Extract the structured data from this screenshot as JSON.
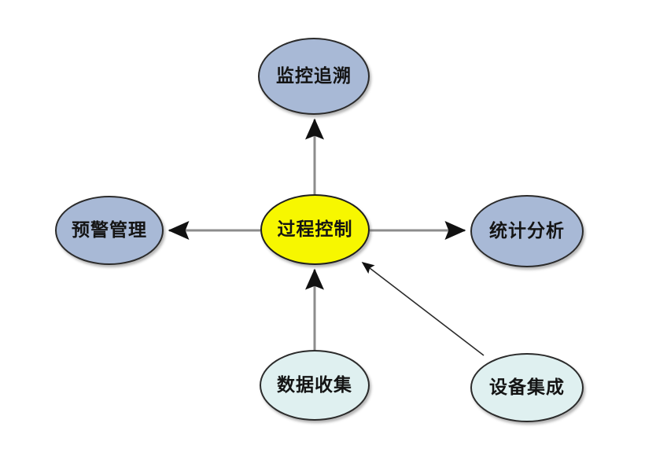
{
  "diagram": {
    "title": "过程控制",
    "background_color": "#ffffff",
    "nodes": [
      {
        "id": "monitor",
        "label": "监控追溯",
        "shape": "ellipse",
        "fill": "#a8b9d6",
        "stroke": "#2b2b2b",
        "role": "output"
      },
      {
        "id": "alert",
        "label": "预警管理",
        "shape": "ellipse",
        "fill": "#a8b9d6",
        "stroke": "#2b2b2b",
        "role": "output"
      },
      {
        "id": "core",
        "label": "过程控制",
        "shape": "ellipse",
        "fill": "#f7f700",
        "stroke": "#1f1f1f",
        "role": "center"
      },
      {
        "id": "stats",
        "label": "统计分析",
        "shape": "ellipse",
        "fill": "#a8b9d6",
        "stroke": "#2b2b2b",
        "role": "output"
      },
      {
        "id": "collect",
        "label": "数据收集",
        "shape": "ellipse",
        "fill": "#dff0f0",
        "stroke": "#2b2b2b",
        "role": "input"
      },
      {
        "id": "device",
        "label": "设备集成",
        "shape": "ellipse",
        "fill": "#dff0f0",
        "stroke": "#2b2b2b",
        "role": "input"
      }
    ],
    "edges": [
      {
        "id": "core-to-monitor",
        "from": "core",
        "to": "monitor",
        "style": "solid-thick",
        "color": "#8c8c8c",
        "direction": "up"
      },
      {
        "id": "core-to-alert",
        "from": "core",
        "to": "alert",
        "style": "solid-thick",
        "color": "#8c8c8c",
        "direction": "left"
      },
      {
        "id": "core-to-stats",
        "from": "core",
        "to": "stats",
        "style": "solid-thick",
        "color": "#8c8c8c",
        "direction": "right"
      },
      {
        "id": "collect-to-core",
        "from": "collect",
        "to": "core",
        "style": "solid-thick",
        "color": "#8c8c8c",
        "direction": "up"
      },
      {
        "id": "device-to-core",
        "from": "device",
        "to": "core",
        "style": "solid-thin",
        "color": "#2b2b2b",
        "direction": "up-left"
      }
    ]
  }
}
